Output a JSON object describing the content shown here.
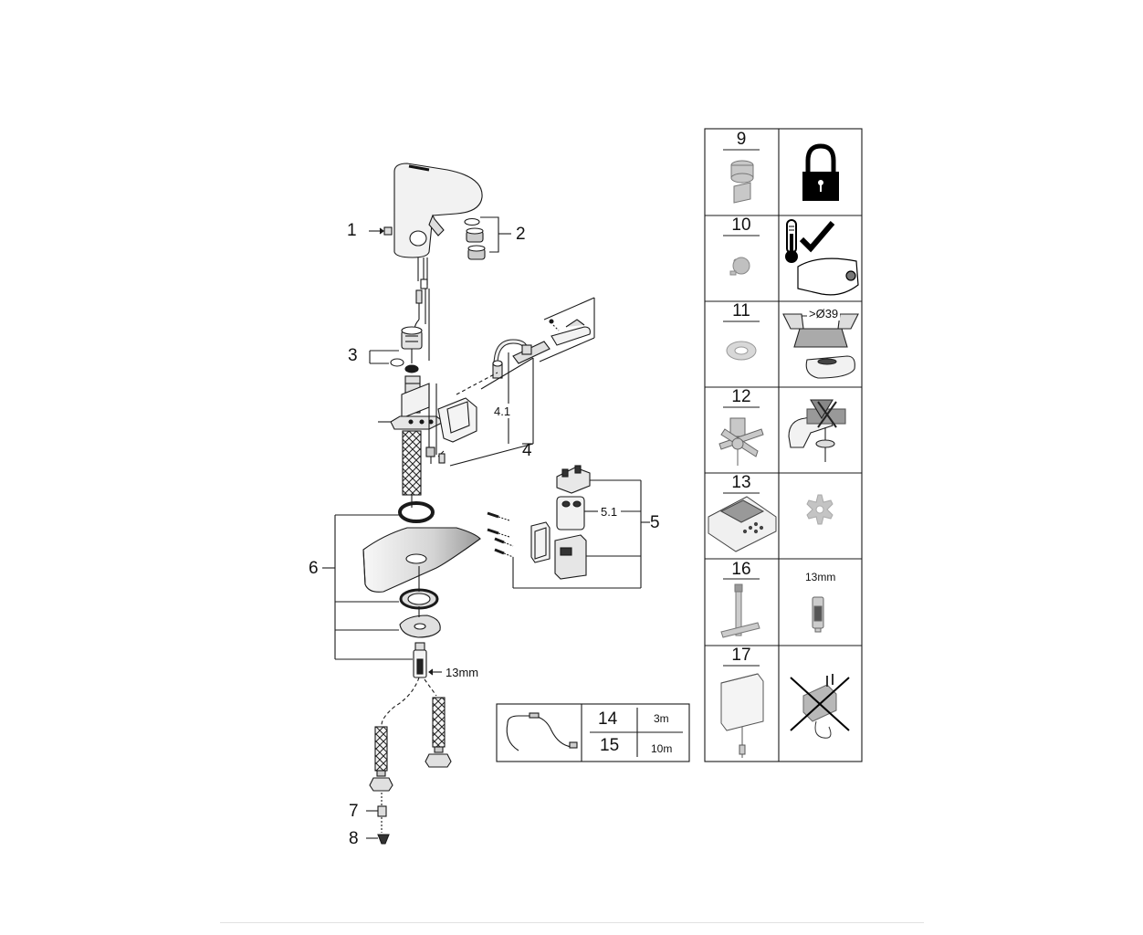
{
  "callouts": {
    "c1": "1",
    "c2": "2",
    "c3": "3",
    "c4": "4",
    "c4_1": "4.1",
    "c5": "5",
    "c5_1": "5.1",
    "c6": "6",
    "c7": "7",
    "c8": "8",
    "size_13mm": "13mm"
  },
  "side_panel": {
    "rows": [
      {
        "num": "9"
      },
      {
        "num": "10"
      },
      {
        "num": "11",
        "dimension": ">Ø39"
      },
      {
        "num": "12"
      },
      {
        "num": "13"
      },
      {
        "num": "16",
        "note": "13mm"
      },
      {
        "num": "17"
      }
    ]
  },
  "cable_table": {
    "rows": [
      {
        "num": "14",
        "length": "3m"
      },
      {
        "num": "15",
        "length": "10m"
      }
    ]
  },
  "colors": {
    "line": "#1a1a1a",
    "part_fill": "#e6e6e6",
    "icon_gray": "#b4b4b4",
    "icon_black": "#000000",
    "footer_rule": "#e2e2e2"
  },
  "icons": [
    "padlock-icon",
    "thermometer-icon",
    "checkmark-icon",
    "gear-icon",
    "no-mains-adapter-icon"
  ]
}
